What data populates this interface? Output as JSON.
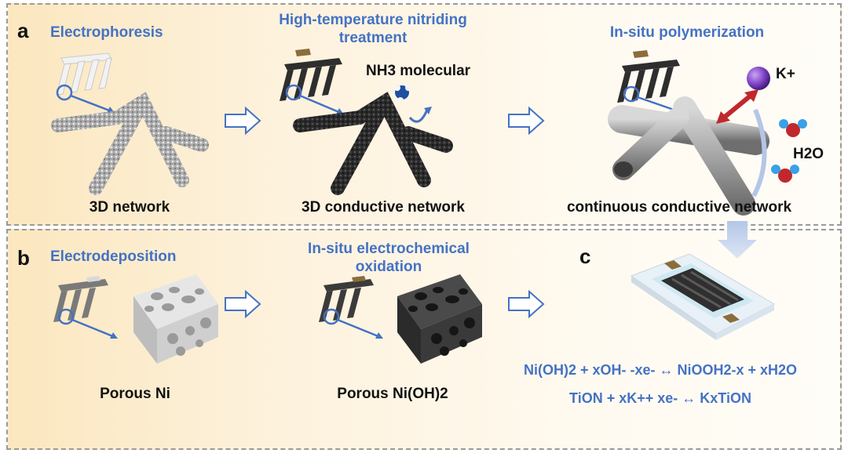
{
  "colors": {
    "accent": "#4472c4",
    "label": "#111111",
    "panel_bg": "#fbe7bf",
    "dashed_border": "#9a9a9a"
  },
  "panel_a": {
    "letter": "a",
    "step1": "Electrophoresis",
    "step2": "High-temperature nitriding treatment",
    "step3": "In-situ polymerization",
    "caption1": "3D network",
    "caption2": "3D conductive network",
    "caption3": "continuous conductive network",
    "nh3_label": "NH3 molecular",
    "k_label": "K+",
    "h2o_label": "H2O"
  },
  "panel_b": {
    "letter": "b",
    "step1": "Electrodeposition",
    "step2": "In-situ electrochemical oxidation",
    "caption1": "Porous Ni",
    "caption2": "Porous Ni(OH)2"
  },
  "panel_c": {
    "letter": "c",
    "equation1": "Ni(OH)2 + xOH- -xe- ↔ NiOOH2-x + xH2O",
    "equation2": "TiON + xK++ xe- ↔ KxTiON"
  }
}
